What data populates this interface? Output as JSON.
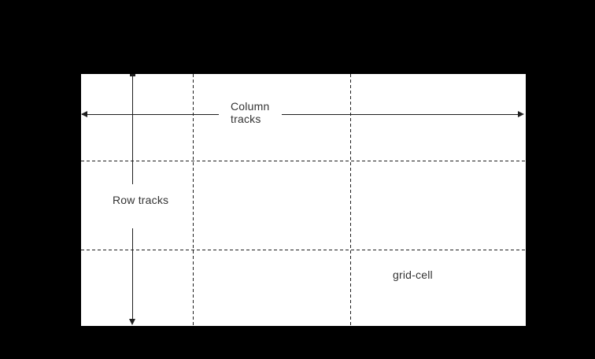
{
  "labels": {
    "column_tracks": "Column tracks",
    "row_tracks": "Row tracks",
    "grid_cell": "grid-cell"
  },
  "colors": {
    "background": "#000000",
    "panel": "#ffffff",
    "line": "#1f1f1f",
    "text": "#333333"
  },
  "grid": {
    "column_count": 3,
    "row_count": 3
  }
}
